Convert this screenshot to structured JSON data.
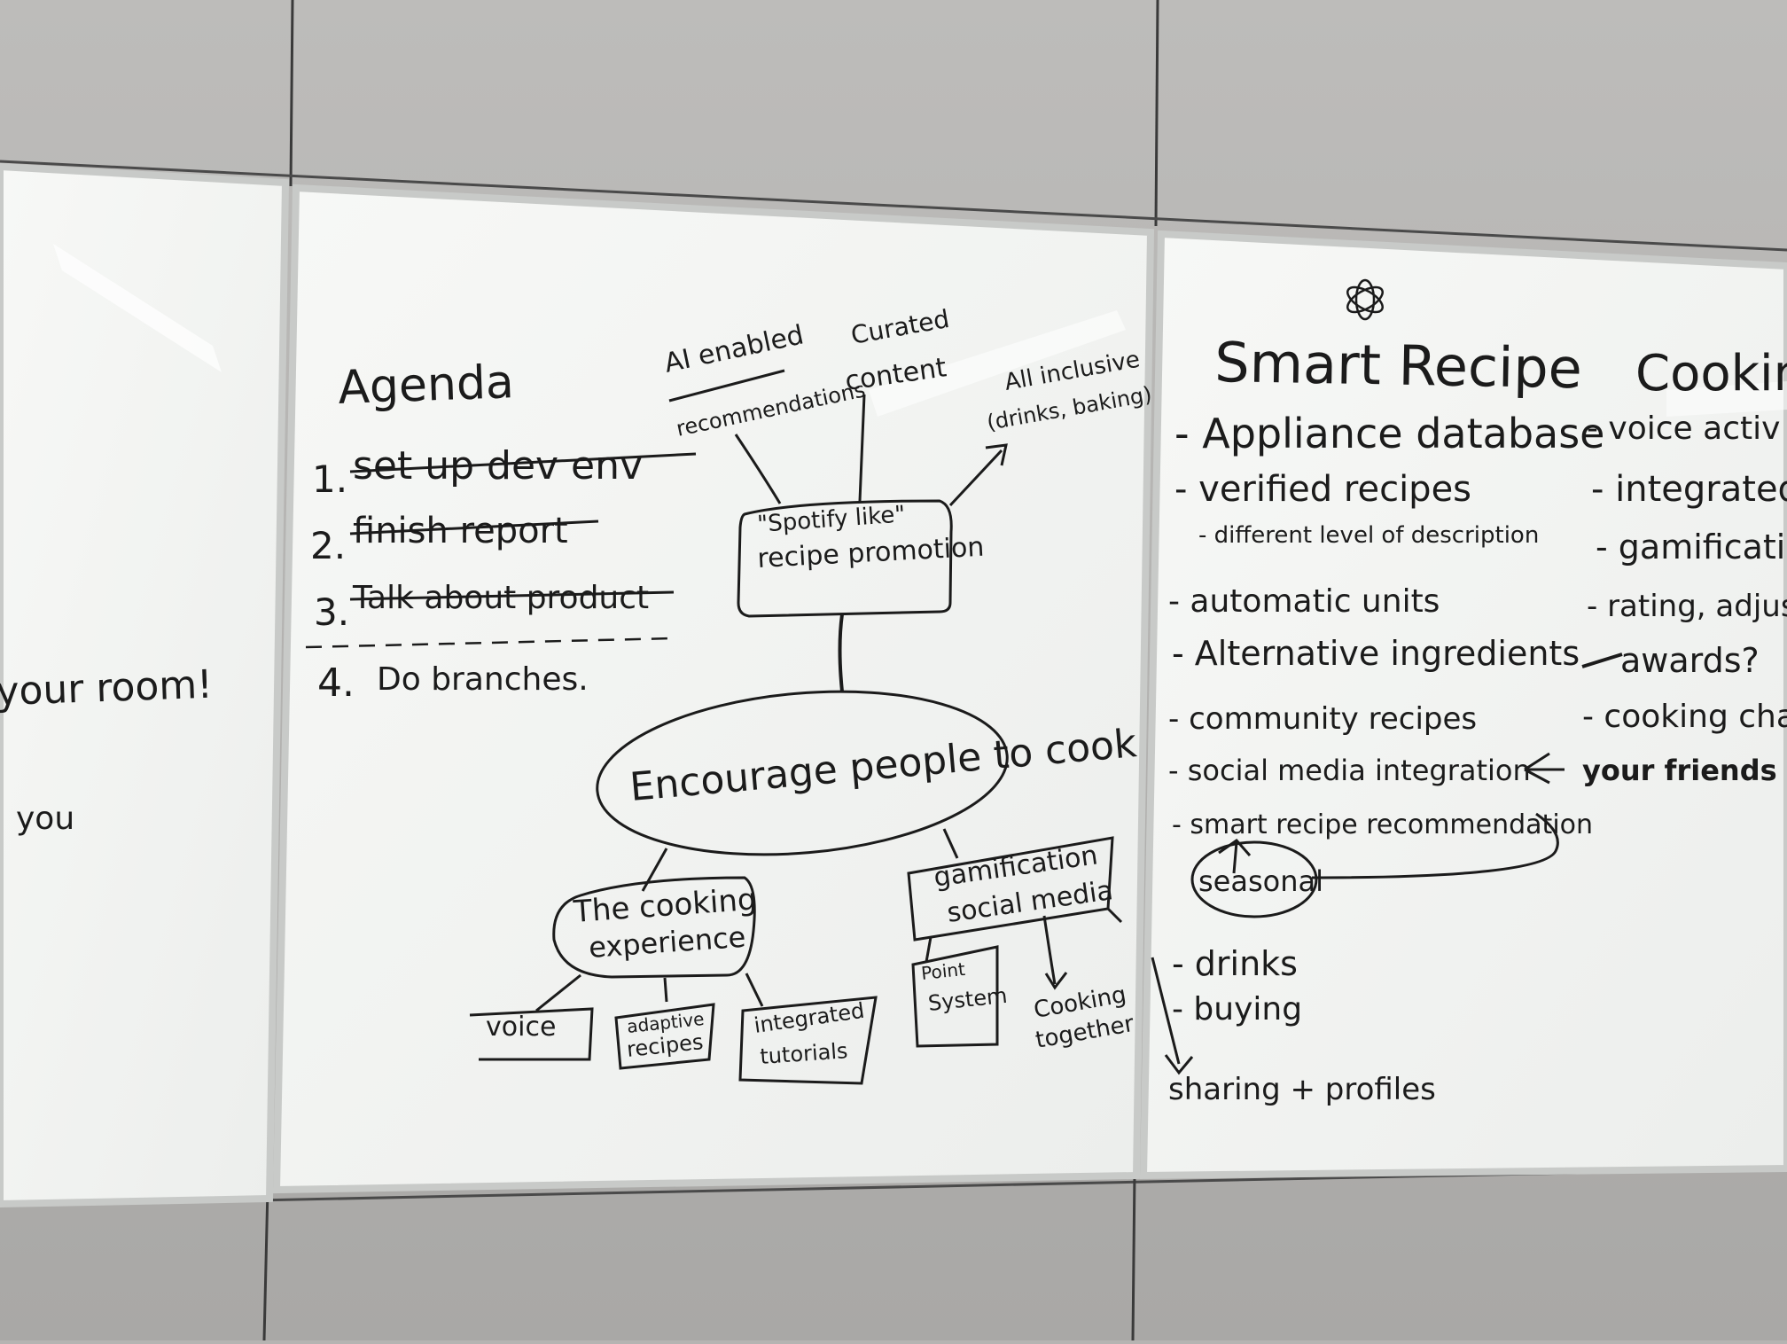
{
  "colors": {
    "wall": "#b5b4b2",
    "board": "#f4f5f3",
    "ink": "#1b1b1b",
    "frame": "#c9cbc9"
  },
  "left_board": {
    "line1": "your room!",
    "line2": "you"
  },
  "agenda": {
    "title": "Agenda",
    "items": [
      {
        "num": "1.",
        "text": "set up dev env",
        "struck": true
      },
      {
        "num": "2.",
        "text": "finish report",
        "struck": true
      },
      {
        "num": "3.",
        "text": "Talk about product",
        "struck": true
      },
      {
        "num": "4.",
        "text": "Do branches.",
        "struck": false
      }
    ]
  },
  "mindmap": {
    "top_left": {
      "line1": "AI enabled",
      "line2": "recommendations"
    },
    "top_mid": {
      "line1": "Curated",
      "line2": "content"
    },
    "top_right": {
      "line1": "All inclusive",
      "line2": "(drinks, baking)"
    },
    "promo": {
      "line1": "\"Spotify like\"",
      "line2": "recipe promotion"
    },
    "center": "Encourage people to cook",
    "cooking": {
      "line1": "The cooking",
      "line2": "experience"
    },
    "gamification": {
      "line1": "gamification",
      "line2": "social media"
    },
    "leaves": {
      "voice": "voice",
      "adaptive": {
        "line1": "adaptive",
        "line2": "recipes"
      },
      "integrated": {
        "line1": "integrated",
        "line2": "tutorials"
      },
      "point": {
        "line1": "Point",
        "line2": "System"
      },
      "cooking_together": {
        "line1": "Cooking",
        "line2": "together"
      }
    }
  },
  "smart_recipe": {
    "title": "Smart Recipe",
    "items": [
      "- Appliance database",
      "- verified recipes",
      "- different level of description",
      "- automatic units",
      "- Alternative ingredients",
      "- community recipes",
      "- social media integration",
      "- smart recipe recommendation",
      "seasonal",
      "- drinks",
      "- buying",
      "sharing + profiles"
    ]
  },
  "cooking_game": {
    "title": "Cooking ga",
    "items": [
      "- voice activ",
      "- integrated",
      "- gamificatio",
      "- rating, adjus",
      "awards?",
      "- cooking chal",
      "your friends coo"
    ]
  }
}
